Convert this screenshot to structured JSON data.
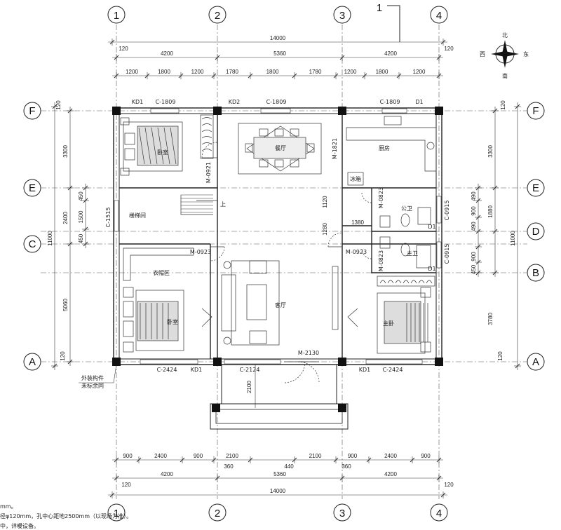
{
  "axes": {
    "columns": [
      "1",
      "2",
      "3",
      "4"
    ],
    "rows": [
      "F",
      "E",
      "D",
      "C",
      "B",
      "A"
    ],
    "section_mark": "1"
  },
  "compass": {
    "north": "北",
    "south": "南",
    "east": "东",
    "west": "西"
  },
  "dimensions": {
    "top_total": "14000",
    "top_edge": "120",
    "top_bays": [
      "4200",
      "5360",
      "4200"
    ],
    "top_details": [
      "1200",
      "1800",
      "1200",
      "1780",
      "1800",
      "1780",
      "1200",
      "1800",
      "1200"
    ],
    "left_edge": "120",
    "left_segments": [
      "3300",
      "2400",
      "5060"
    ],
    "left_sub": [
      "450",
      "1500",
      "450"
    ],
    "left_total": "11000",
    "right_edge": "120",
    "right_segments": [
      "3300",
      "1880",
      "3780"
    ],
    "right_sub": [
      "490",
      "900",
      "490",
      "900",
      "450"
    ],
    "right_total": "11000",
    "bottom_details": [
      "900",
      "2400",
      "900",
      "2100",
      "2100",
      "900",
      "2400",
      "900"
    ],
    "bottom_small": [
      "360",
      "440",
      "360"
    ],
    "bottom_bays": [
      "4200",
      "5360",
      "4200"
    ],
    "bottom_total": "14000",
    "bottom_edge": "120",
    "interior": [
      "1120",
      "1280",
      "1380",
      "2100"
    ]
  },
  "openings": {
    "kd1": "KD1",
    "kd2": "KD2",
    "d1": "D1",
    "c1809": "C-1809",
    "c1515": "C-1515",
    "c0915": "C-0915",
    "c2424": "C-2424",
    "c2124": "C-2124",
    "m0921": "M-0921",
    "m0923": "M-0923",
    "m0823": "M-0823",
    "m1821": "M-1821",
    "m2130": "M-2130"
  },
  "rooms": {
    "bedroom_nw": "卧室",
    "dining": "餐厅",
    "kitchen": "厨房",
    "stair": "楼梯间",
    "up": "上",
    "wardrobe": "衣帽区",
    "bedroom_sw": "卧室",
    "living": "客厅",
    "master": "主卧",
    "public_wc": "公卫",
    "master_wc": "主卫",
    "fridge": "冰箱"
  },
  "notes": {
    "outer_1": "外装构件",
    "outer_2": "未标余同",
    "legend_1": "mm。",
    "legend_2": "径φ120mm，孔中心距地2500mm（以现场为准）。",
    "legend_3": "中，详暖设备。"
  }
}
